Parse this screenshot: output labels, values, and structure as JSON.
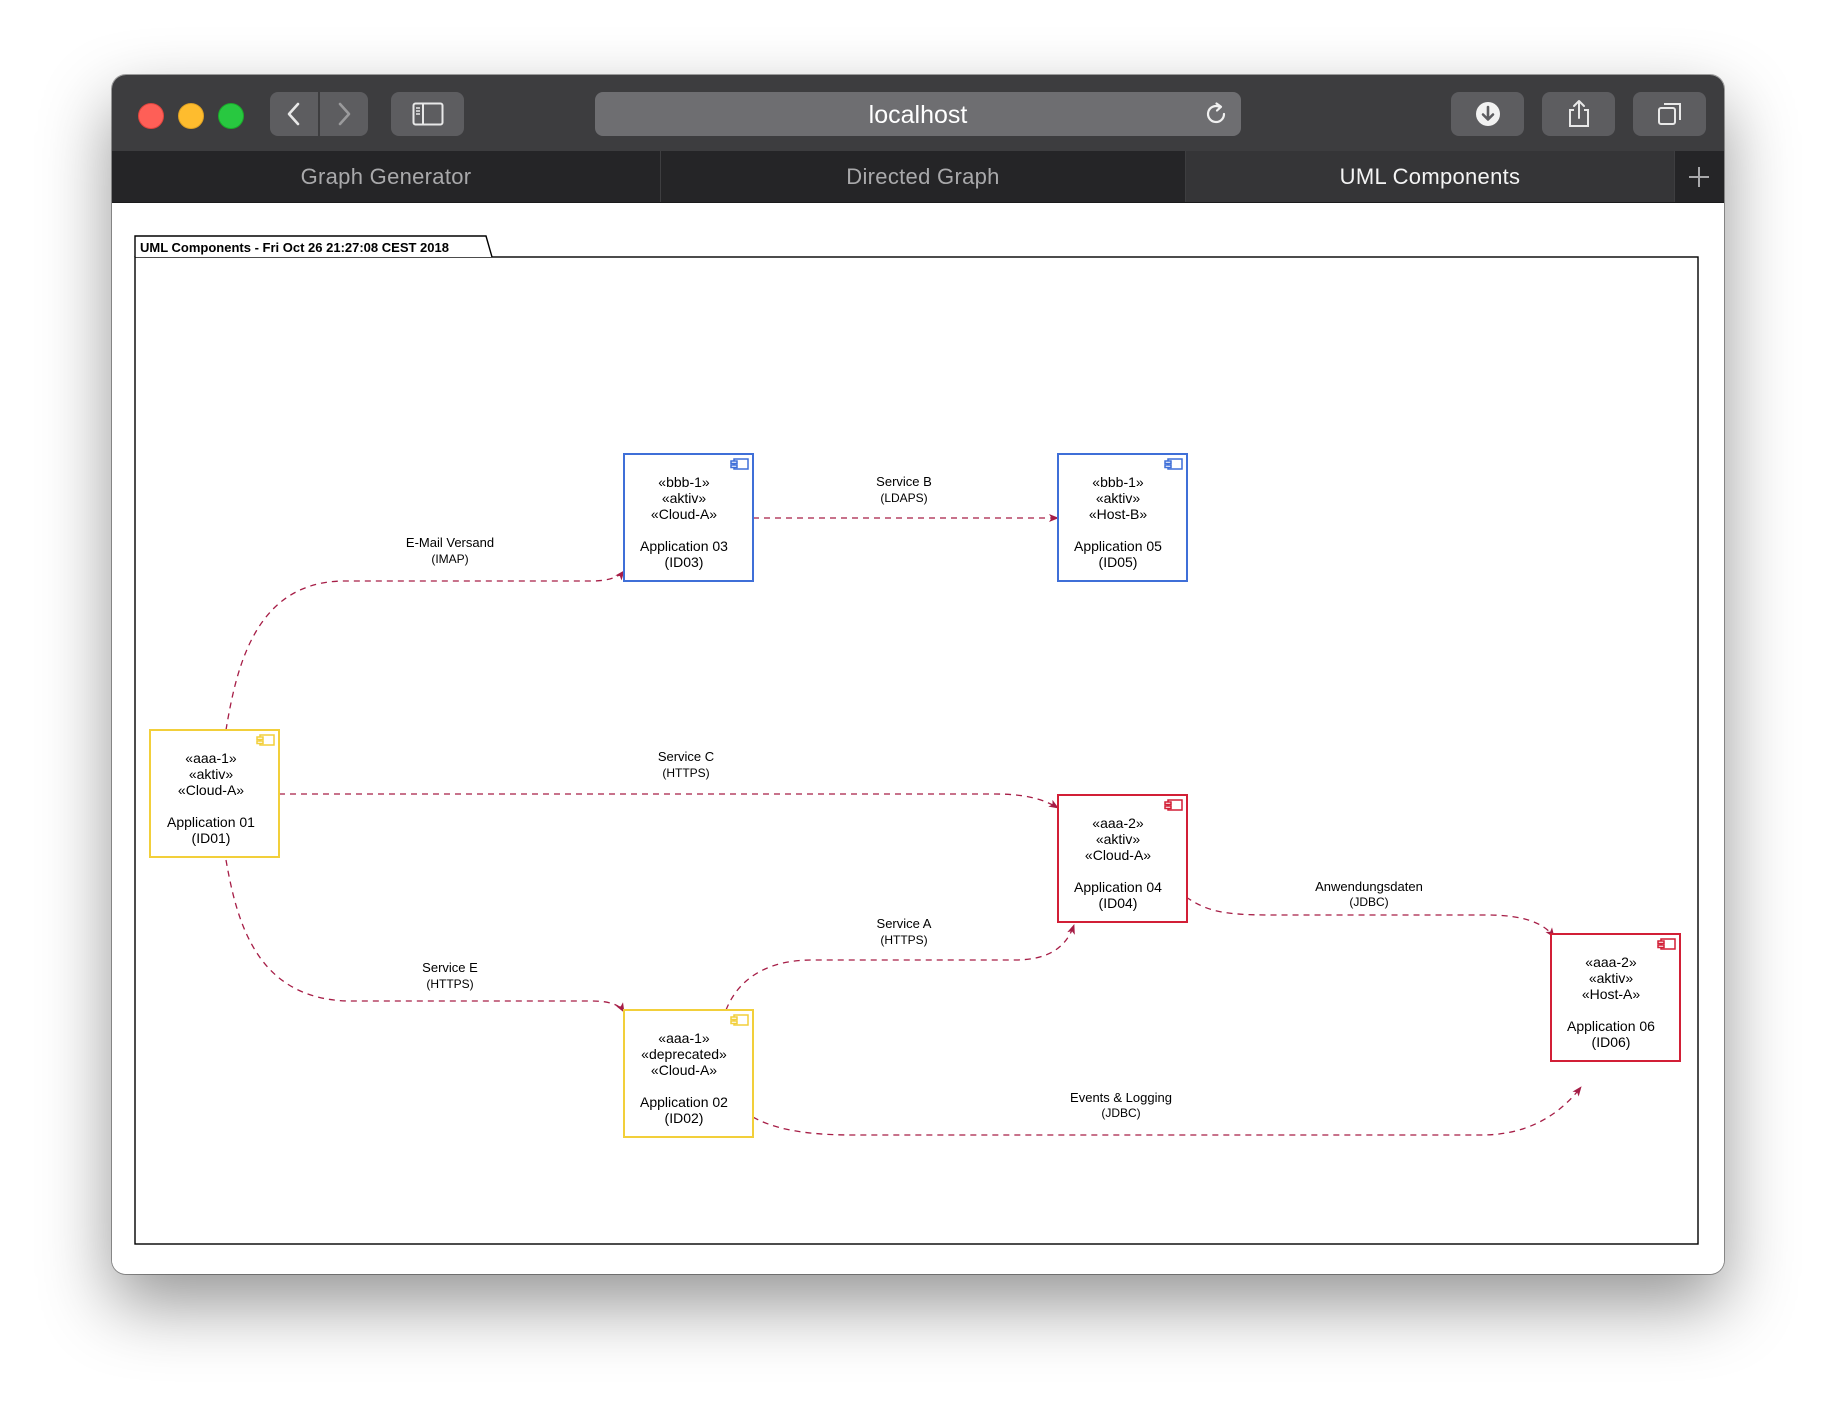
{
  "browser": {
    "address": "localhost",
    "tabs": [
      {
        "label": "Graph Generator",
        "active": false
      },
      {
        "label": "Directed Graph",
        "active": false
      },
      {
        "label": "UML Components",
        "active": true
      }
    ]
  },
  "diagram": {
    "frame_title": "UML Components - Fri Oct 26 21:27:08 CEST 2018",
    "colors": {
      "yellow": "#f2cf3a",
      "blue": "#3f6fd8",
      "red": "#d21f36",
      "edge": "#a61d46"
    },
    "components": [
      {
        "id": "app01",
        "color": "yellow",
        "stereotypes": [
          "«aaa-1»",
          "«aktiv»",
          "«Cloud-A»"
        ],
        "name": "Application 01",
        "code": "(ID01)"
      },
      {
        "id": "app02",
        "color": "yellow",
        "stereotypes": [
          "«aaa-1»",
          "«deprecated»",
          "«Cloud-A»"
        ],
        "name": "Application 02",
        "code": "(ID02)"
      },
      {
        "id": "app03",
        "color": "blue",
        "stereotypes": [
          "«bbb-1»",
          "«aktiv»",
          "«Cloud-A»"
        ],
        "name": "Application 03",
        "code": "(ID03)"
      },
      {
        "id": "app04",
        "color": "red",
        "stereotypes": [
          "«aaa-2»",
          "«aktiv»",
          "«Cloud-A»"
        ],
        "name": "Application 04",
        "code": "(ID04)"
      },
      {
        "id": "app05",
        "color": "blue",
        "stereotypes": [
          "«bbb-1»",
          "«aktiv»",
          "«Host-B»"
        ],
        "name": "Application 05",
        "code": "(ID05)"
      },
      {
        "id": "app06",
        "color": "red",
        "stereotypes": [
          "«aaa-2»",
          "«aktiv»",
          "«Host-A»"
        ],
        "name": "Application 06",
        "code": "(ID06)"
      }
    ],
    "connections": [
      {
        "from": "app01",
        "to": "app03",
        "label": "E-Mail Versand",
        "protocol": "(IMAP)"
      },
      {
        "from": "app03",
        "to": "app05",
        "label": "Service B",
        "protocol": "(LDAPS)"
      },
      {
        "from": "app01",
        "to": "app04",
        "label": "Service C",
        "protocol": "(HTTPS)"
      },
      {
        "from": "app01",
        "to": "app02",
        "label": "Service E",
        "protocol": "(HTTPS)"
      },
      {
        "from": "app02",
        "to": "app04",
        "label": "Service A",
        "protocol": "(HTTPS)"
      },
      {
        "from": "app04",
        "to": "app06",
        "label": "Anwendungsdaten",
        "protocol": "(JDBC)"
      },
      {
        "from": "app02",
        "to": "app06",
        "label": "Events & Logging",
        "protocol": "(JDBC)"
      }
    ]
  }
}
